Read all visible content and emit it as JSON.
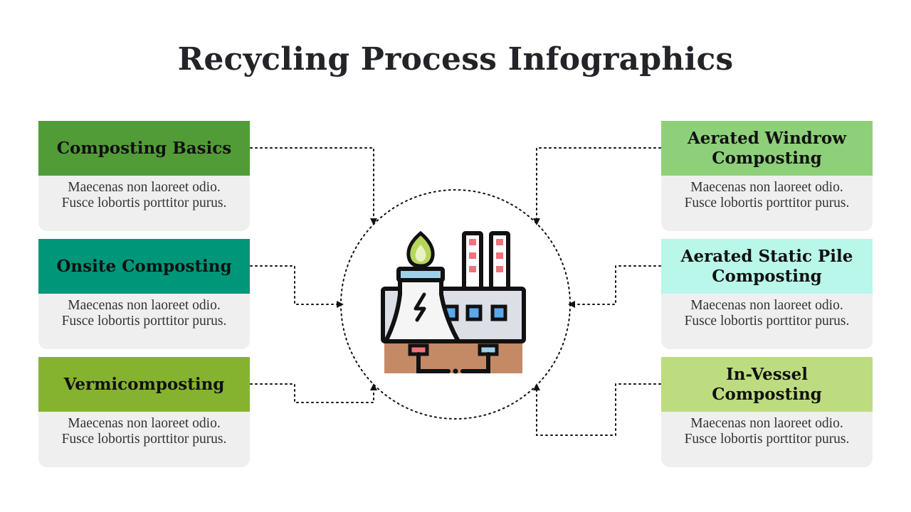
{
  "title": "Recycling Process Infographics",
  "colors": {
    "basics": "#529c38",
    "onsite": "#00967a",
    "vermi": "#86b32f",
    "windrow": "#8ed07a",
    "staticpile": "#b8f7e9",
    "invessel": "#bddc80"
  },
  "center_icon": "power-plant-factory-icon",
  "cards": [
    {
      "heading": "Composting Basics",
      "text": "Maecenas non laoreet odio. Fusce lobortis porttitor purus."
    },
    {
      "heading": "Onsite Composting",
      "text": "Maecenas non laoreet odio. Fusce lobortis porttitor purus."
    },
    {
      "heading": "Vermicomposting",
      "text": "Maecenas non laoreet odio. Fusce lobortis porttitor purus."
    },
    {
      "heading": "Aerated Windrow Composting",
      "text": "Maecenas non laoreet odio. Fusce lobortis porttitor purus."
    },
    {
      "heading": "Aerated Static Pile Composting",
      "text": "Maecenas non laoreet odio. Fusce lobortis porttitor purus."
    },
    {
      "heading": "In-Vessel Composting",
      "text": "Maecenas non laoreet odio. Fusce lobortis porttitor purus."
    }
  ]
}
